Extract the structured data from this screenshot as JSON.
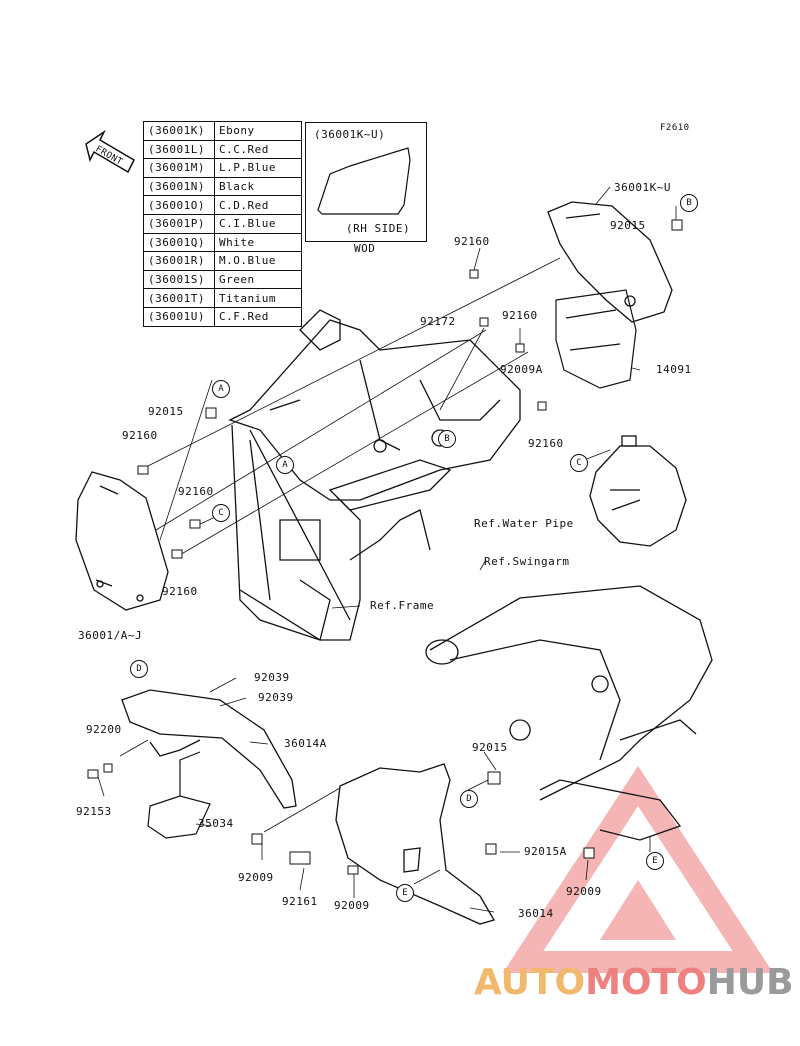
{
  "figure_code": "F2610",
  "front_label": "FRONT",
  "color_table": [
    {
      "code": "(36001K)",
      "name": "Ebony"
    },
    {
      "code": "(36001L)",
      "name": "C.C.Red"
    },
    {
      "code": "(36001M)",
      "name": "L.P.Blue"
    },
    {
      "code": "(36001N)",
      "name": "Black"
    },
    {
      "code": "(36001O)",
      "name": "C.D.Red"
    },
    {
      "code": "(36001P)",
      "name": "C.I.Blue"
    },
    {
      "code": "(36001Q)",
      "name": "White"
    },
    {
      "code": "(36001R)",
      "name": "M.O.Blue"
    },
    {
      "code": "(36001S)",
      "name": "Green"
    },
    {
      "code": "(36001T)",
      "name": "Titanium"
    },
    {
      "code": "(36001U)",
      "name": "C.F.Red"
    }
  ],
  "inset": {
    "title": "(36001K~U)",
    "subtitle": "(RH SIDE)",
    "caption": "WOD"
  },
  "labels": {
    "p36001KU": "36001K~U",
    "p92015_top": "92015",
    "p92160_a": "92160",
    "p92172": "92172",
    "p92160_b": "92160",
    "p92009A": "92009A",
    "p14091": "14091",
    "p92015_left": "92015",
    "p92160_c": "92160",
    "p92160_d": "92160",
    "p92160_e": "92160",
    "p92160_f": "92160",
    "ref_water_pipe": "Ref.Water Pipe",
    "ref_swingarm": "Ref.Swingarm",
    "ref_frame": "Ref.Frame",
    "p36001AJ": "36001/A~J",
    "p92039_a": "92039",
    "p92039_b": "92039",
    "p92200": "92200",
    "p36014A": "36014A",
    "p92153": "92153",
    "p35034": "35034",
    "p92015_mid": "92015",
    "p92009_a": "92009",
    "p92161": "92161",
    "p92009_b": "92009",
    "p92015A": "92015A",
    "p92009_c": "92009",
    "p36014": "36014"
  },
  "callouts": {
    "A": "A",
    "B": "B",
    "C": "C",
    "D": "D",
    "E": "E"
  },
  "watermark": {
    "part1": "AUTO",
    "part2": "MOTO",
    "part3": "HUB"
  }
}
